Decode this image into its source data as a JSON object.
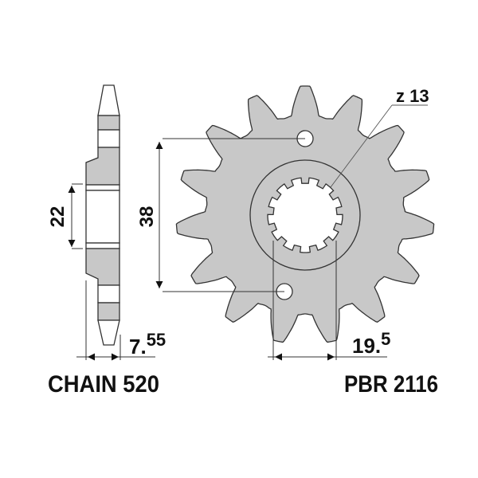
{
  "drawing": {
    "title_left": "CHAIN 520",
    "title_right": "PBR 2116",
    "teeth_label": "z 13",
    "colors": {
      "fill": "#c8c8c8",
      "stroke": "#333333",
      "text": "#111111"
    },
    "dimensions": {
      "hub_width": "22",
      "bolt_spacing": "38",
      "thickness_main": "7.",
      "thickness_sup": "55",
      "spline_width_main": "19.",
      "spline_width_sup": "5"
    },
    "sprocket": {
      "teeth_count": 15,
      "spline_teeth": 13
    }
  }
}
